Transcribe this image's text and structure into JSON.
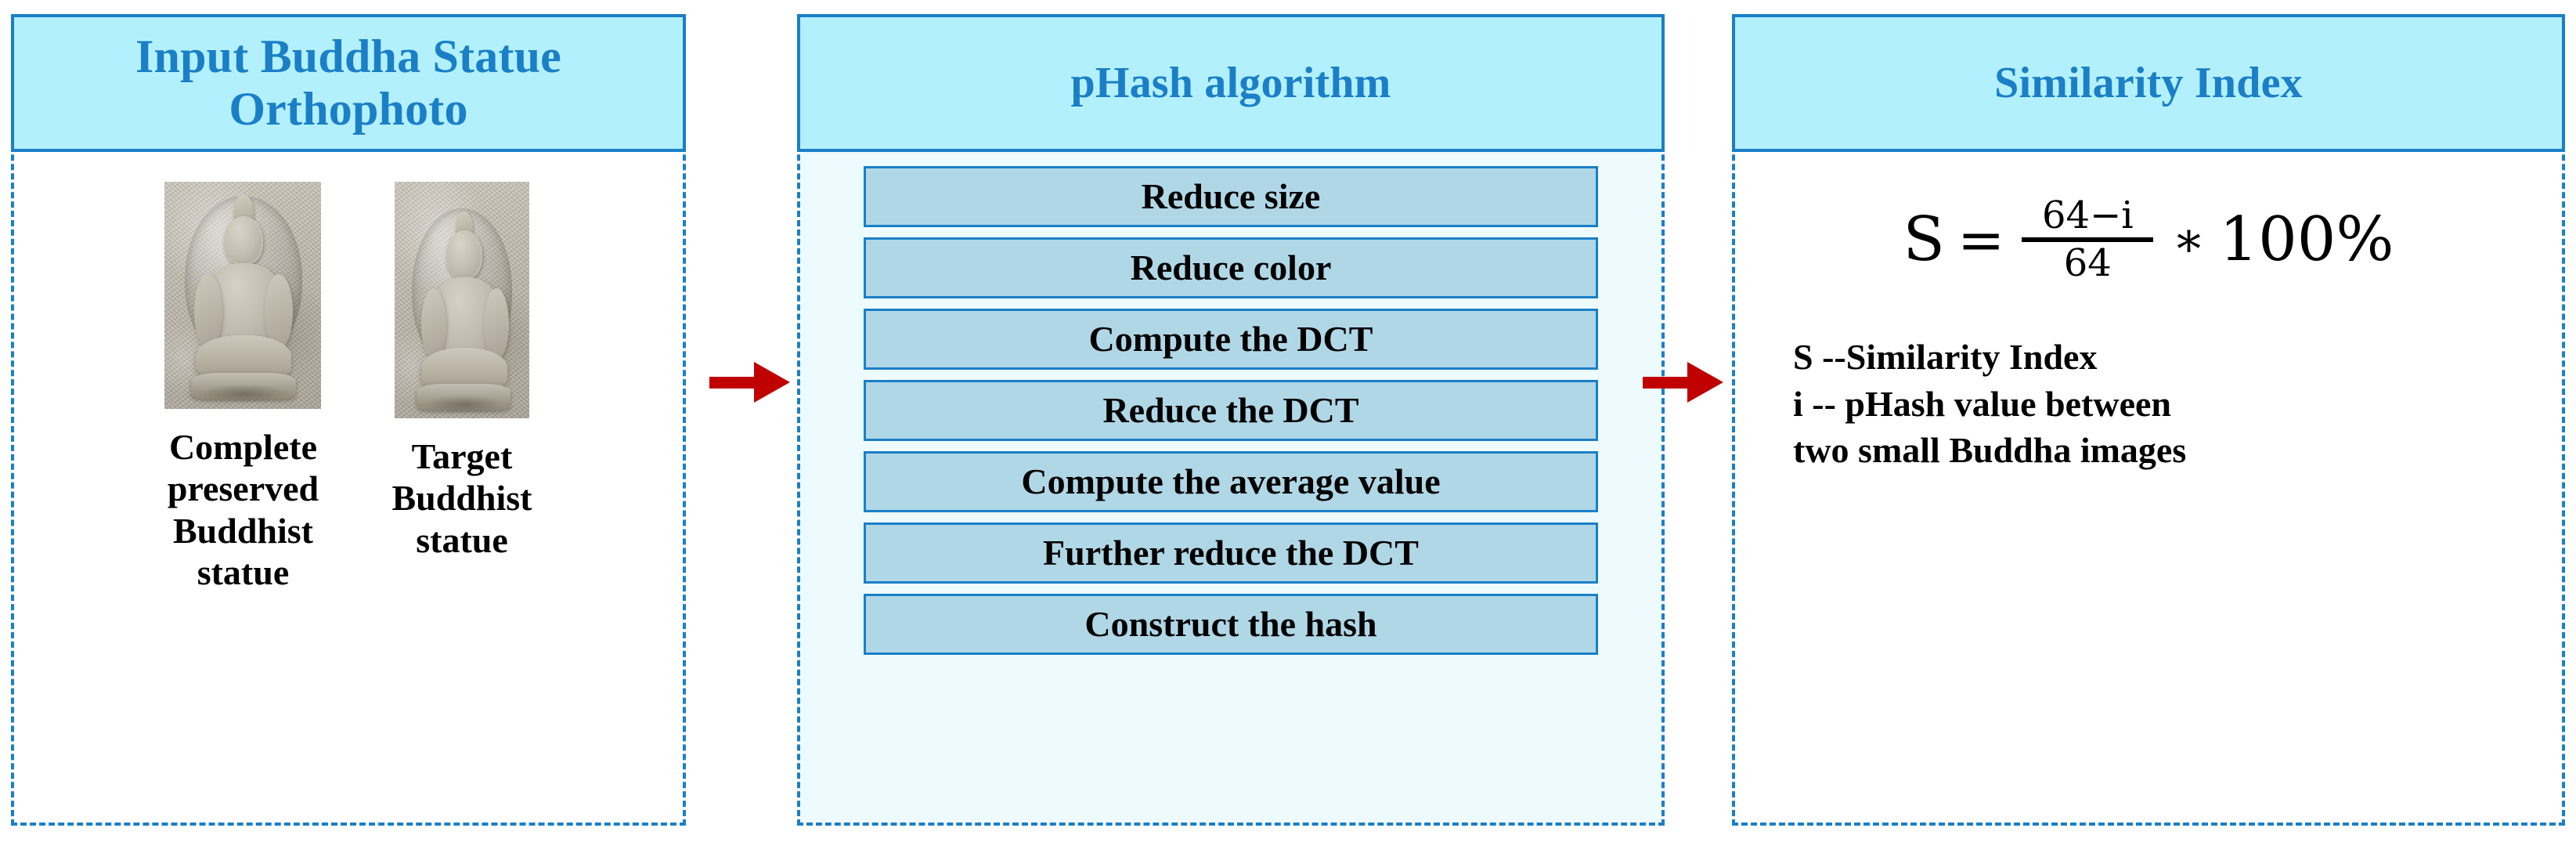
{
  "diagram": {
    "title": "pHash-based Buddha statue similarity workflow",
    "colors": {
      "header_fill": "#b3f0fd",
      "panel_border": "#1a7fc7",
      "header_text": "#1a7fc7",
      "step_fill": "#b0d7e6",
      "step_border": "#1a7fc7",
      "body_tint": "#eefbfe",
      "arrow": "#c00000",
      "text": "#000000",
      "page_background": "#ffffff"
    }
  },
  "input_panel": {
    "header": "Input Buddha Statue Orthophoto",
    "statues": [
      {
        "image_name": "complete-preserved-buddhist-statue-photo",
        "caption": "Complete\npreserved\nBuddhist\nstatue"
      },
      {
        "image_name": "target-buddhist-statue-photo",
        "caption": "Target\nBuddhist\nstatue"
      }
    ]
  },
  "phash_panel": {
    "header": "pHash algorithm",
    "steps": [
      {
        "label": "Reduce size"
      },
      {
        "label": "Reduce color"
      },
      {
        "label": "Compute the DCT"
      },
      {
        "label": "Reduce the DCT"
      },
      {
        "label": "Compute the average value"
      },
      {
        "label": "Further reduce the DCT"
      },
      {
        "label": "Construct the hash"
      }
    ]
  },
  "similarity_panel": {
    "header": "Similarity Index",
    "formula": {
      "lhs": "S",
      "equals": "=",
      "numerator": "64−i",
      "denominator": "64",
      "operator": "∗",
      "rhs": "100%",
      "plain_text": "S = (64−i) / 64 * 100%"
    },
    "legend": [
      "S --Similarity Index",
      "i -- pHash value between",
      "two small Buddha images"
    ]
  },
  "arrows": [
    {
      "name": "arrow-input-to-phash",
      "direction": "right"
    },
    {
      "name": "arrow-phash-to-similarity",
      "direction": "right"
    }
  ]
}
